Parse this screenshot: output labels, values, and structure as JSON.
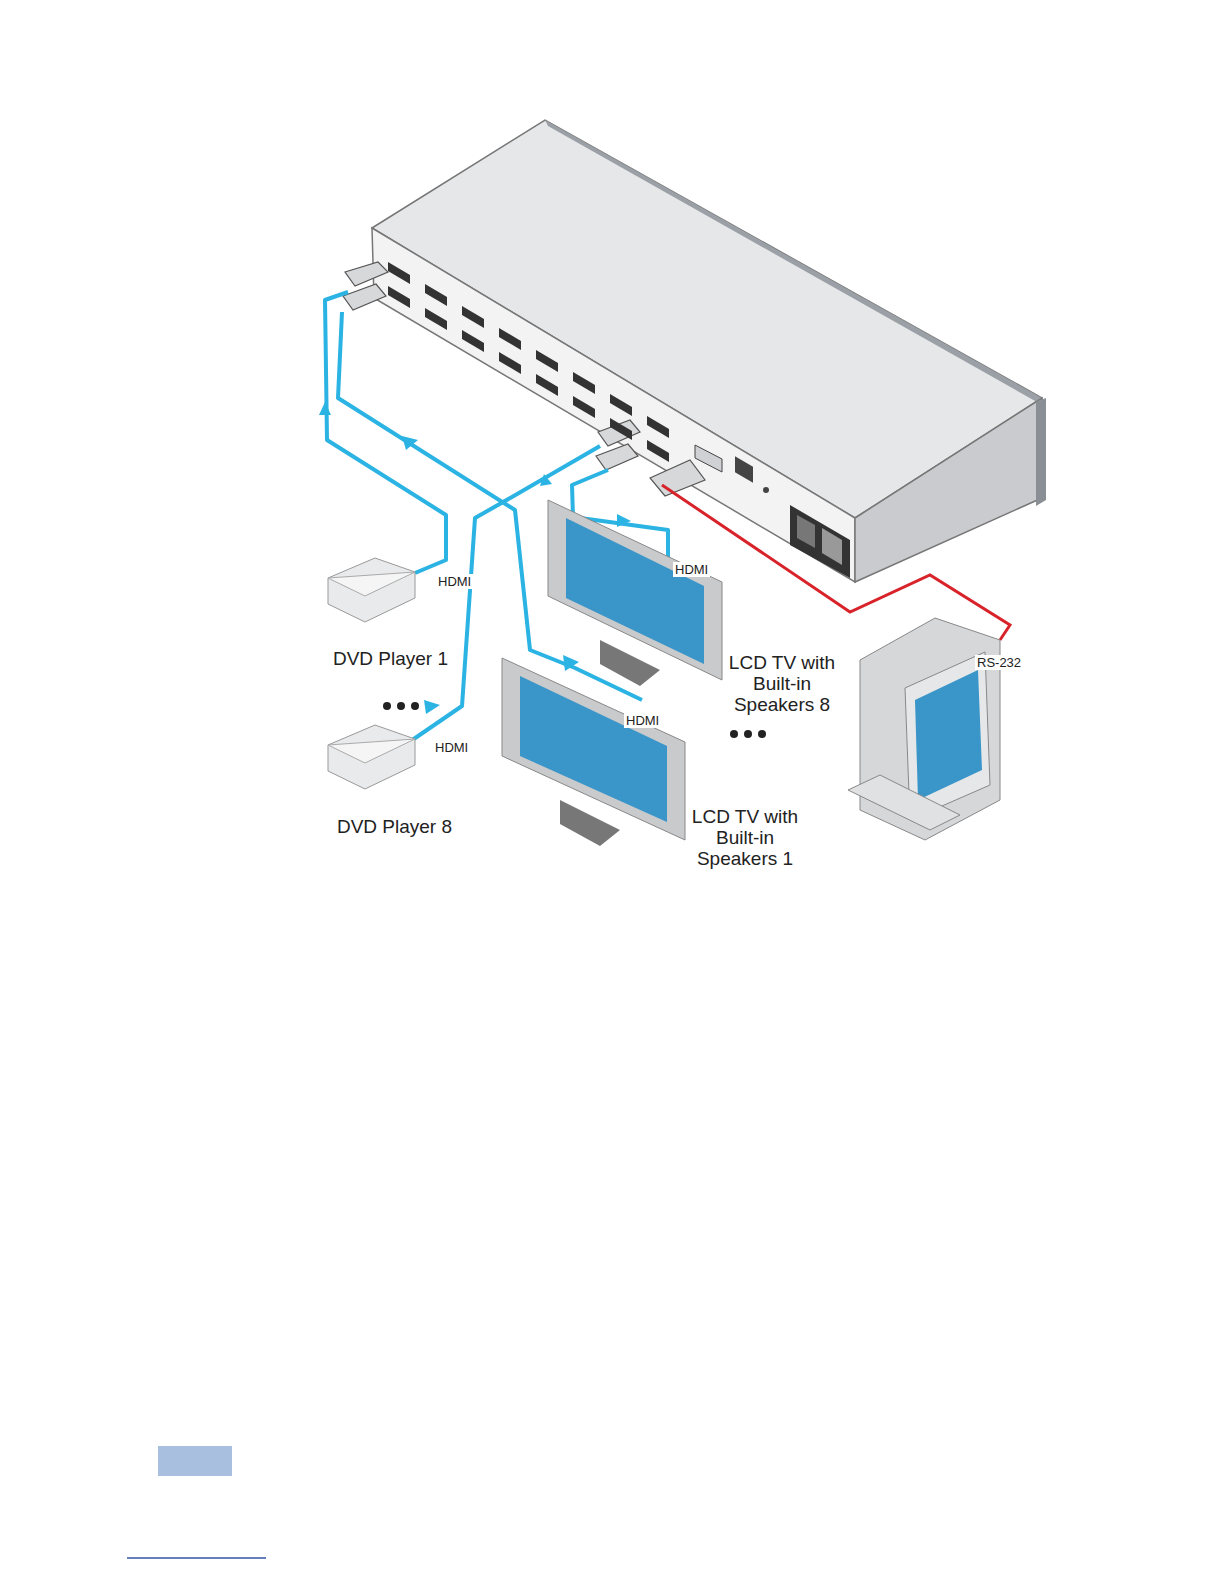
{
  "diagram": {
    "nodes": [
      {
        "text": [
          "DVD Player 1"
        ]
      },
      {
        "text": [
          "DVD Player 8"
        ]
      },
      {
        "text": [
          "LCD TV with Built-in Speakers 8"
        ]
      },
      {
        "text": [
          "LCD TV with Built-in Speakers 1"
        ]
      }
    ],
    "labels": [
      "HDMI",
      "HDMI",
      "HDMI",
      "HDMI",
      "RS-232"
    ]
  }
}
